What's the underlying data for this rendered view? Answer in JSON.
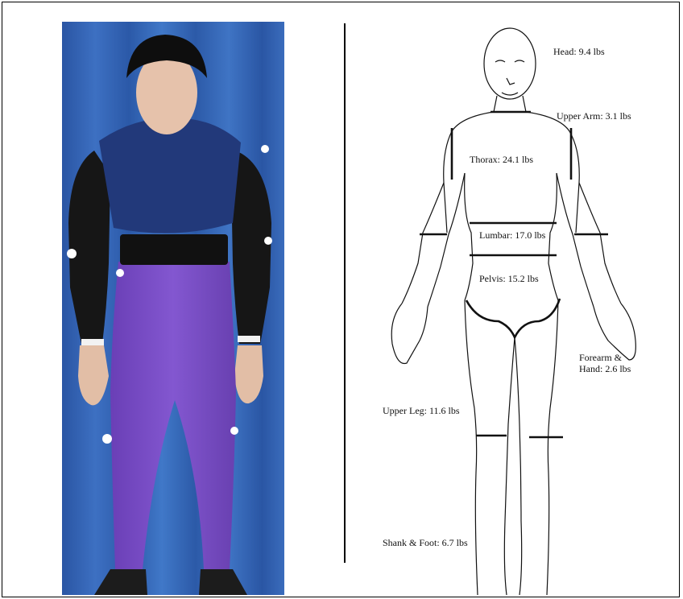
{
  "labels": {
    "head": "Head: 9.4 lbs",
    "upper_arm": "Upper Arm: 3.1 lbs",
    "thorax": "Thorax: 24.1 lbs",
    "lumbar": "Lumbar: 17.0 lbs",
    "pelvis": "Pelvis: 15.2 lbs",
    "forearm_line1": "Forearm &",
    "forearm_line2": "Hand: 2.6 lbs",
    "upper_leg": "Upper Leg: 11.6 lbs",
    "shank_foot": "Shank & Foot: 6.7 lbs"
  },
  "colors": {
    "curtain": "#2f5fb0",
    "shirt": "#223a7a",
    "pants": "#7a4fc4",
    "suit": "#1a1a1a",
    "skin": "#e0b8a0"
  }
}
